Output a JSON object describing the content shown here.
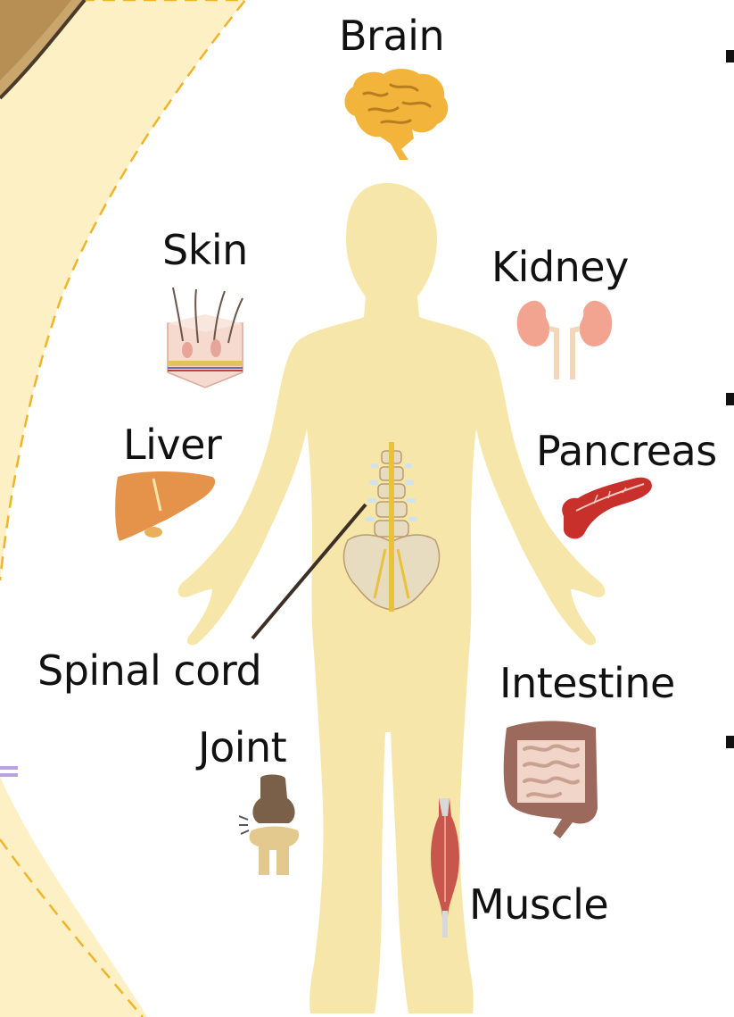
{
  "labels": {
    "brain": "Brain",
    "skin": "Skin",
    "kidney": "Kidney",
    "liver": "Liver",
    "pancreas": "Pancreas",
    "spinal_cord": "Spinal cord",
    "intestine": "Intestine",
    "joint": "Joint",
    "muscle": "Muscle"
  },
  "icons": [
    "brain-icon",
    "skin-icon",
    "kidney-icon",
    "liver-icon",
    "pancreas-icon",
    "spine-pelvis-icon",
    "intestine-icon",
    "joint-icon",
    "muscle-icon",
    "human-body-silhouette"
  ],
  "colors": {
    "background_band": "#fdf0c4",
    "body": "#f7e6a9",
    "dashed_line": "#f0b429",
    "brain": "#f2b43a",
    "kidney": "#f2a490",
    "liver": "#e5934a",
    "pancreas": "#c8302c",
    "intestine": "#9b6a5c",
    "joint": "#7a6048",
    "muscle": "#c9564c"
  }
}
